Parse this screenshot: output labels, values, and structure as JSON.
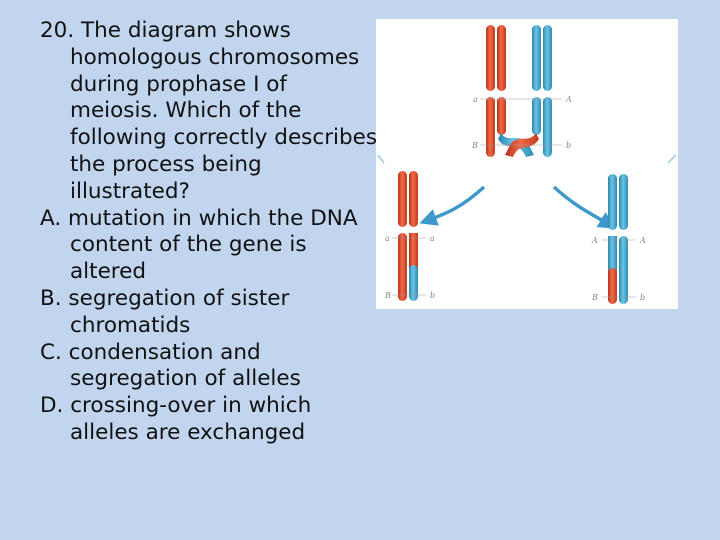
{
  "question": {
    "stem": "20. The diagram shows homologous chromosomes during prophase I of meiosis. Which of the following correctly describes the process being illustrated?",
    "options": [
      "A. mutation in which the DNA content of the gene is altered",
      "B. segregation of sister chromatids",
      "C. condensation and segregation of alleles",
      "D. crossing-over in which alleles are exchanged"
    ]
  },
  "figure": {
    "labels": {
      "top_a": "a",
      "top_A": "A",
      "top_B": "B",
      "top_b": "b",
      "left_a_left": "a",
      "left_a_right": "a",
      "left_B": "B",
      "left_b": "b",
      "right_A_left": "A",
      "right_A_right": "A",
      "right_B": "B",
      "right_b": "b"
    },
    "colors": {
      "red_chromosome": "#e04a2c",
      "blue_chromosome": "#3aa0c8",
      "arrow": "#3f98cc"
    }
  }
}
